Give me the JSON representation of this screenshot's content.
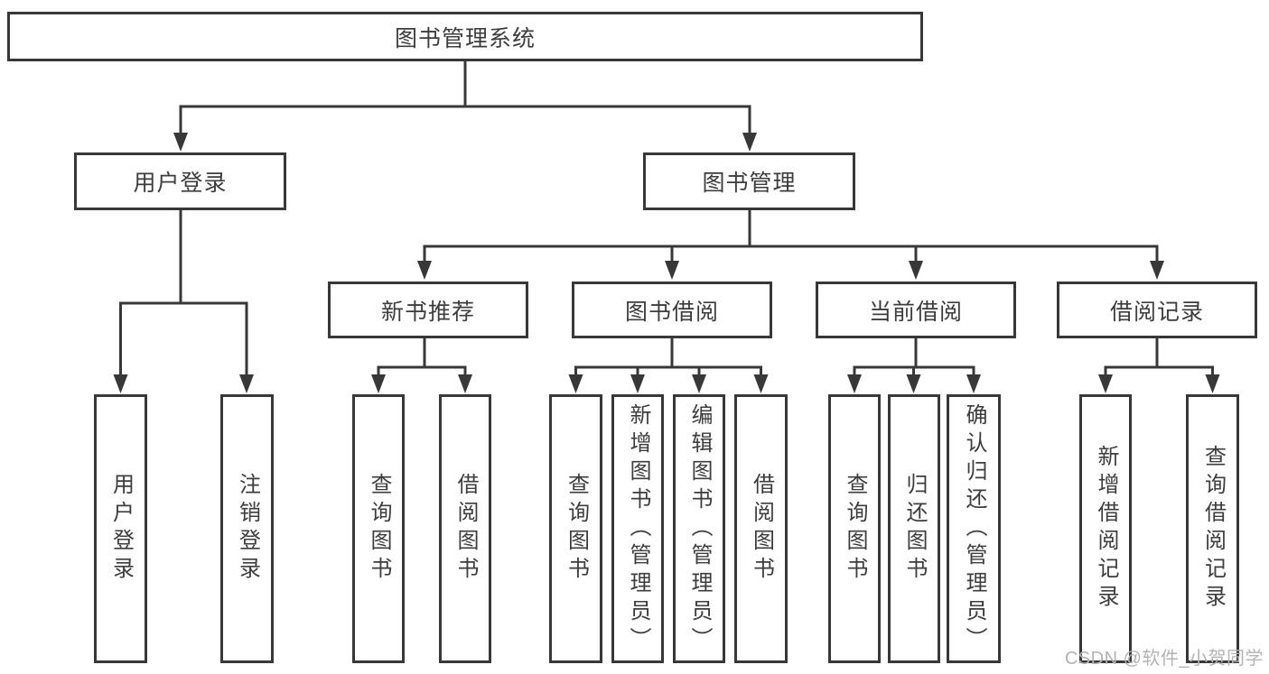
{
  "tree": {
    "root": "图书管理系统",
    "children": [
      {
        "label": "用户登录",
        "children": [
          "用户登录",
          "注销登录"
        ]
      },
      {
        "label": "图书管理",
        "children": [
          {
            "label": "新书推荐",
            "children": [
              "查询图书",
              "借阅图书"
            ]
          },
          {
            "label": "图书借阅",
            "children": [
              "查询图书",
              "新增图书（管理员）",
              "编辑图书（管理员）",
              "借阅图书"
            ]
          },
          {
            "label": "当前借阅",
            "children": [
              "查询图书",
              "归还图书",
              "确认归还（管理员）"
            ]
          },
          {
            "label": "借阅记录",
            "children": [
              "新增借阅记录",
              "查询借阅记录"
            ]
          }
        ]
      }
    ]
  },
  "watermark": {
    "text": "CSDN @软件_小贺同学"
  },
  "colors": {
    "line": "#383838",
    "box_border": "#383838",
    "text": "#3d3d3d",
    "watermark": "#b3b3b3",
    "background": "#ffffff"
  }
}
